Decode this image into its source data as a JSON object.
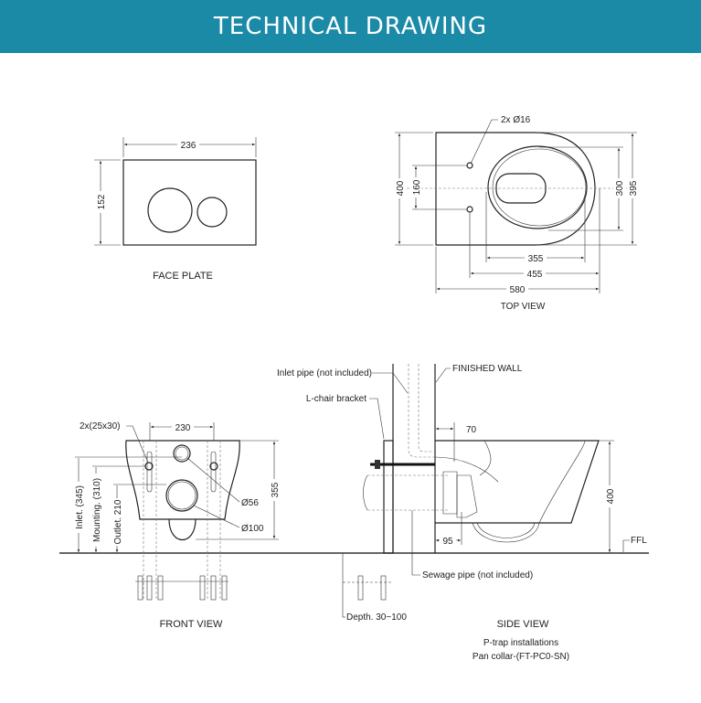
{
  "header": {
    "title": "TECHNICAL DRAWING",
    "color": "#1b8aa7"
  },
  "face_plate": {
    "label": "FACE PLATE",
    "width": "236",
    "height": "152"
  },
  "top_view": {
    "label": "TOP VIEW",
    "holes": "2x Ø16",
    "d400": "400",
    "d160": "160",
    "d300": "300",
    "d395": "395",
    "d355": "355",
    "d455": "455",
    "d580": "580"
  },
  "front_view": {
    "label": "FRONT VIEW",
    "slots": "2x(25x30)",
    "d230": "230",
    "d355": "355",
    "d56": "Ø56",
    "d100": "Ø100",
    "inlet": "Inlet. (345)",
    "mounting": "Mounting. (310)",
    "outlet": "Outlet. 210"
  },
  "side_view": {
    "label": "SIDE VIEW",
    "inlet_pipe": "Inlet pipe (not included)",
    "bracket": "L-chair bracket",
    "finished_wall": "FINISHED WALL",
    "d70": "70",
    "d95": "95",
    "d400": "400",
    "ffl": "FFL",
    "sewage_pipe": "Sewage pipe (not included)",
    "depth": "Depth. 30~100",
    "note1": "P-trap installations",
    "note2": "Pan collar-(FT-PC0-SN)"
  }
}
